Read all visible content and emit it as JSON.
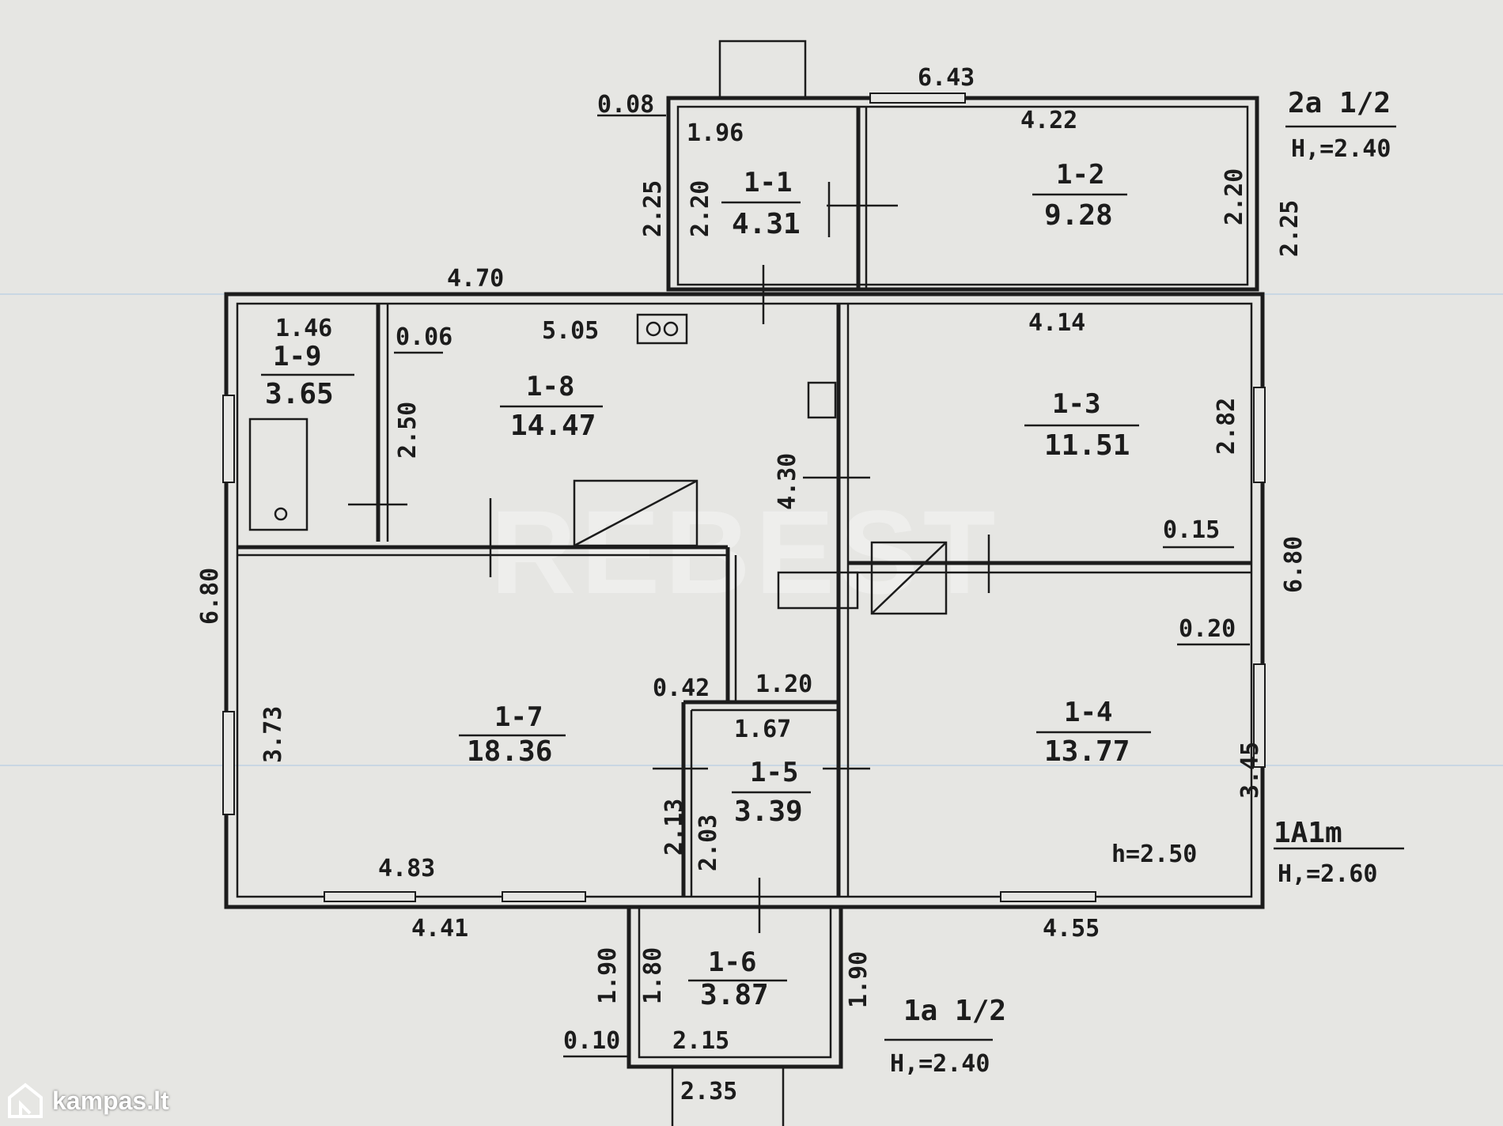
{
  "rooms": [
    {
      "id": "1-1",
      "area": "4.31"
    },
    {
      "id": "1-2",
      "area": "9.28"
    },
    {
      "id": "1-3",
      "area": "11.51"
    },
    {
      "id": "1-4",
      "area": "13.77"
    },
    {
      "id": "1-5",
      "area": "3.39"
    },
    {
      "id": "1-6",
      "area": "3.87"
    },
    {
      "id": "1-7",
      "area": "18.36"
    },
    {
      "id": "1-8",
      "area": "14.47"
    },
    {
      "id": "1-9",
      "area": "3.65"
    }
  ],
  "dimensions": [
    "6.43",
    "0.08",
    "1.96",
    "4.22",
    "2.25",
    "2.20",
    "2.20",
    "2.25",
    "4.70",
    "5.05",
    "1.46",
    "0.06",
    "4.14",
    "2.50",
    "4.30",
    "2.82",
    "0.15",
    "6.80",
    "6.80",
    "0.20",
    "3.73",
    "0.42",
    "1.20",
    "1.67",
    "3.45",
    "2.13",
    "2.03",
    "4.83",
    "4.41",
    "4.55",
    "1.90",
    "1.80",
    "1.90",
    "0.10",
    "2.15",
    "2.35"
  ],
  "annotations": {
    "upper_block_code": "2a 1/2",
    "upper_block_height": "H,=2.40",
    "main_block_code": "1A1m",
    "main_block_height": "H,=2.60",
    "room_height": "h=2.50",
    "porch_code": "1a 1/2",
    "porch_height": "H,=2.40"
  },
  "watermark": "REBEST",
  "logo": {
    "text": "kampas.lt"
  }
}
